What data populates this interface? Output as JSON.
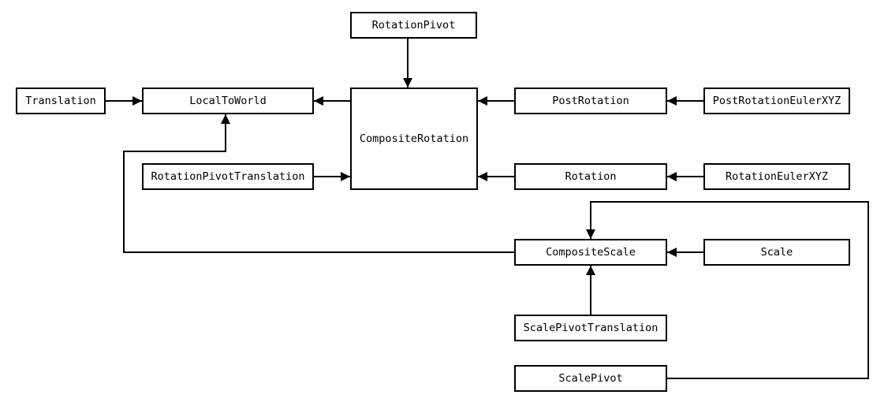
{
  "nodes": {
    "rotation_pivot": "RotationPivot",
    "translation": "Translation",
    "local_to_world": "LocalToWorld",
    "composite_rotation": "CompositeRotation",
    "post_rotation": "PostRotation",
    "post_rotation_euler_xyz": "PostRotationEulerXYZ",
    "rotation_pivot_translation": "RotationPivotTranslation",
    "rotation": "Rotation",
    "rotation_euler_xyz": "RotationEulerXYZ",
    "composite_scale": "CompositeScale",
    "scale": "Scale",
    "scale_pivot_translation": "ScalePivotTranslation",
    "scale_pivot": "ScalePivot"
  },
  "edges": [
    {
      "from": "rotation_pivot",
      "to": "composite_rotation"
    },
    {
      "from": "translation",
      "to": "local_to_world"
    },
    {
      "from": "composite_rotation",
      "to": "local_to_world"
    },
    {
      "from": "post_rotation",
      "to": "composite_rotation"
    },
    {
      "from": "post_rotation_euler_xyz",
      "to": "post_rotation"
    },
    {
      "from": "rotation_pivot_translation",
      "to": "composite_rotation"
    },
    {
      "from": "rotation",
      "to": "composite_rotation"
    },
    {
      "from": "rotation_euler_xyz",
      "to": "rotation"
    },
    {
      "from": "composite_scale",
      "to": "local_to_world"
    },
    {
      "from": "scale",
      "to": "composite_scale"
    },
    {
      "from": "scale_pivot_translation",
      "to": "composite_scale"
    },
    {
      "from": "scale_pivot",
      "to": "composite_scale"
    }
  ]
}
